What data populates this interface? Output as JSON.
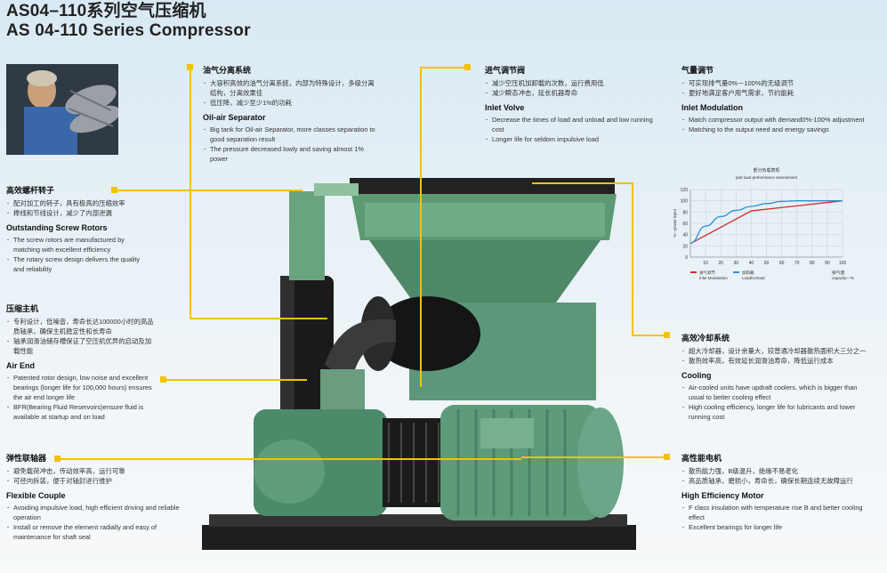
{
  "header": {
    "title_cn": "AS04–110系列空气压缩机",
    "title_en": "AS 04-110 Series Compressor"
  },
  "sections": {
    "oil_air": {
      "title_cn": "油气分离系统",
      "items_cn": [
        "大容积高效的油气分离系统，内部为特殊设计，多级分离结构，分离效果佳",
        "低压降，减少至少1%的功耗"
      ],
      "title_en": "Oil-air Separator",
      "items_en": [
        "Big tank for Oil-air Separator, more classes separation to good separation result",
        "The pressure decreased lowly and saving almost 1% power"
      ]
    },
    "inlet": {
      "title_cn": "进气调节阀",
      "items_cn": [
        "减少空压机加卸载的次数，运行费用低",
        "减少瞬态冲击，延长机器寿命"
      ],
      "title_en": "Inlet Volve",
      "items_en": [
        "Decrease the times of load and  unload and low running cost",
        "Longer life for seldom impulsive load"
      ]
    },
    "modulation": {
      "title_cn": "气量调节",
      "items_cn": [
        "可实现排气量0%－100%的无级调节",
        "更好地满足客户用气需求，节约能耗"
      ],
      "title_en": "Inlet Modulation",
      "items_en": [
        "Match compressor output with demand0%-100% adjustment",
        "Matching to the output need and energy savings"
      ]
    },
    "rotors": {
      "title_cn": "高效螺杆转子",
      "items_cn": [
        "配对加工的转子，具有极高的压缩效率",
        "榉线和节线设计，减少了内部泄漏"
      ],
      "title_en": "Outstanding Screw Rotors",
      "items_en": [
        "The screw rotors are manufactured by matching with excellent efficiency",
        "The rotary screw design delivers the quality and reliability"
      ]
    },
    "airend": {
      "title_cn": "压缩主机",
      "items_cn": [
        "专利设计，低噪音，寿命长达100000小时的高品质轴承，确保主机稳定性和长寿命",
        "轴承润滑油储存槽保证了空压机优异的启动及加载性能"
      ],
      "title_en": "Air End",
      "items_en": [
        "Patented rotor design, low noise and excellent bearings (longer life for 100,000 hours) ensures the air end longer life",
        "BFR(Bearing Fluid Reservoirs)ensure fluid is available at startup and on load"
      ]
    },
    "coupling": {
      "title_cn": "弹性联轴器",
      "items_cn": [
        "避免载荷冲击，传动效率高，运行可靠",
        "可径向拆装，便于对轴封进行维护"
      ],
      "title_en": "Flexible Couple",
      "items_en": [
        "Avoiding impulsive load, high efficient driving and reliable operation",
        "Install or remove the element radially and easy of maintenance for shaft seal"
      ]
    },
    "cooling": {
      "title_cn": "高效冷却系统",
      "items_cn": [
        "超大冷却器，设计余量大，较普通冷却器散热面积大三分之一",
        "散热效率高，有效延长润滑油寿命，降低运行成本"
      ],
      "title_en": "Cooling",
      "items_en": [
        "Air-cooled units have updraft coolers, which is bigger than usual to better cooling effect",
        "High cooling efficiency, longer life for lubricants and lower running cost"
      ]
    },
    "motor": {
      "title_cn": "高性能电机",
      "items_cn": [
        "散热能力强，B级温升，绝缘不易老化",
        "高品质轴承，磨损小，寿命长，确保长期连续无故障运行"
      ],
      "title_en": "High Efficiency Motor",
      "items_en": [
        "F class insulation with temperature rise B and better cooling effect",
        "Excellent bearings for longer life"
      ]
    }
  },
  "chart_data": {
    "type": "line",
    "title": "部分负载表现",
    "subtitle": "part load performance assessment",
    "ylabel": "%—power input",
    "xlabel_cn": "排气量",
    "xlabel_en": "capacity—%",
    "ylim": [
      0,
      120
    ],
    "xlim": [
      0,
      100
    ],
    "yticks": [
      0,
      20,
      40,
      60,
      80,
      100,
      120
    ],
    "xticks": [
      10,
      20,
      30,
      40,
      50,
      60,
      70,
      80,
      90,
      100
    ],
    "ytick_labels": [
      "0",
      "20",
      "40",
      "60",
      "80",
      "100",
      "120"
    ],
    "xtick_labels": [
      "10",
      "20",
      "30",
      "40",
      "50",
      "60",
      "70",
      "80",
      "90",
      "100"
    ],
    "series": [
      {
        "name_cn": "进气调节",
        "name_en": "Inlet Modulation",
        "color": "#d42b2b",
        "x": [
          0,
          40,
          100
        ],
        "y": [
          24,
          82,
          100
        ]
      },
      {
        "name_cn": "加卸载",
        "name_en": "Load/Unload",
        "color": "#2a8fd6",
        "x": [
          0,
          10,
          20,
          30,
          40,
          50,
          60,
          70,
          100
        ],
        "y": [
          25,
          55,
          72,
          83,
          90,
          95,
          99,
          100,
          100
        ]
      }
    ]
  }
}
